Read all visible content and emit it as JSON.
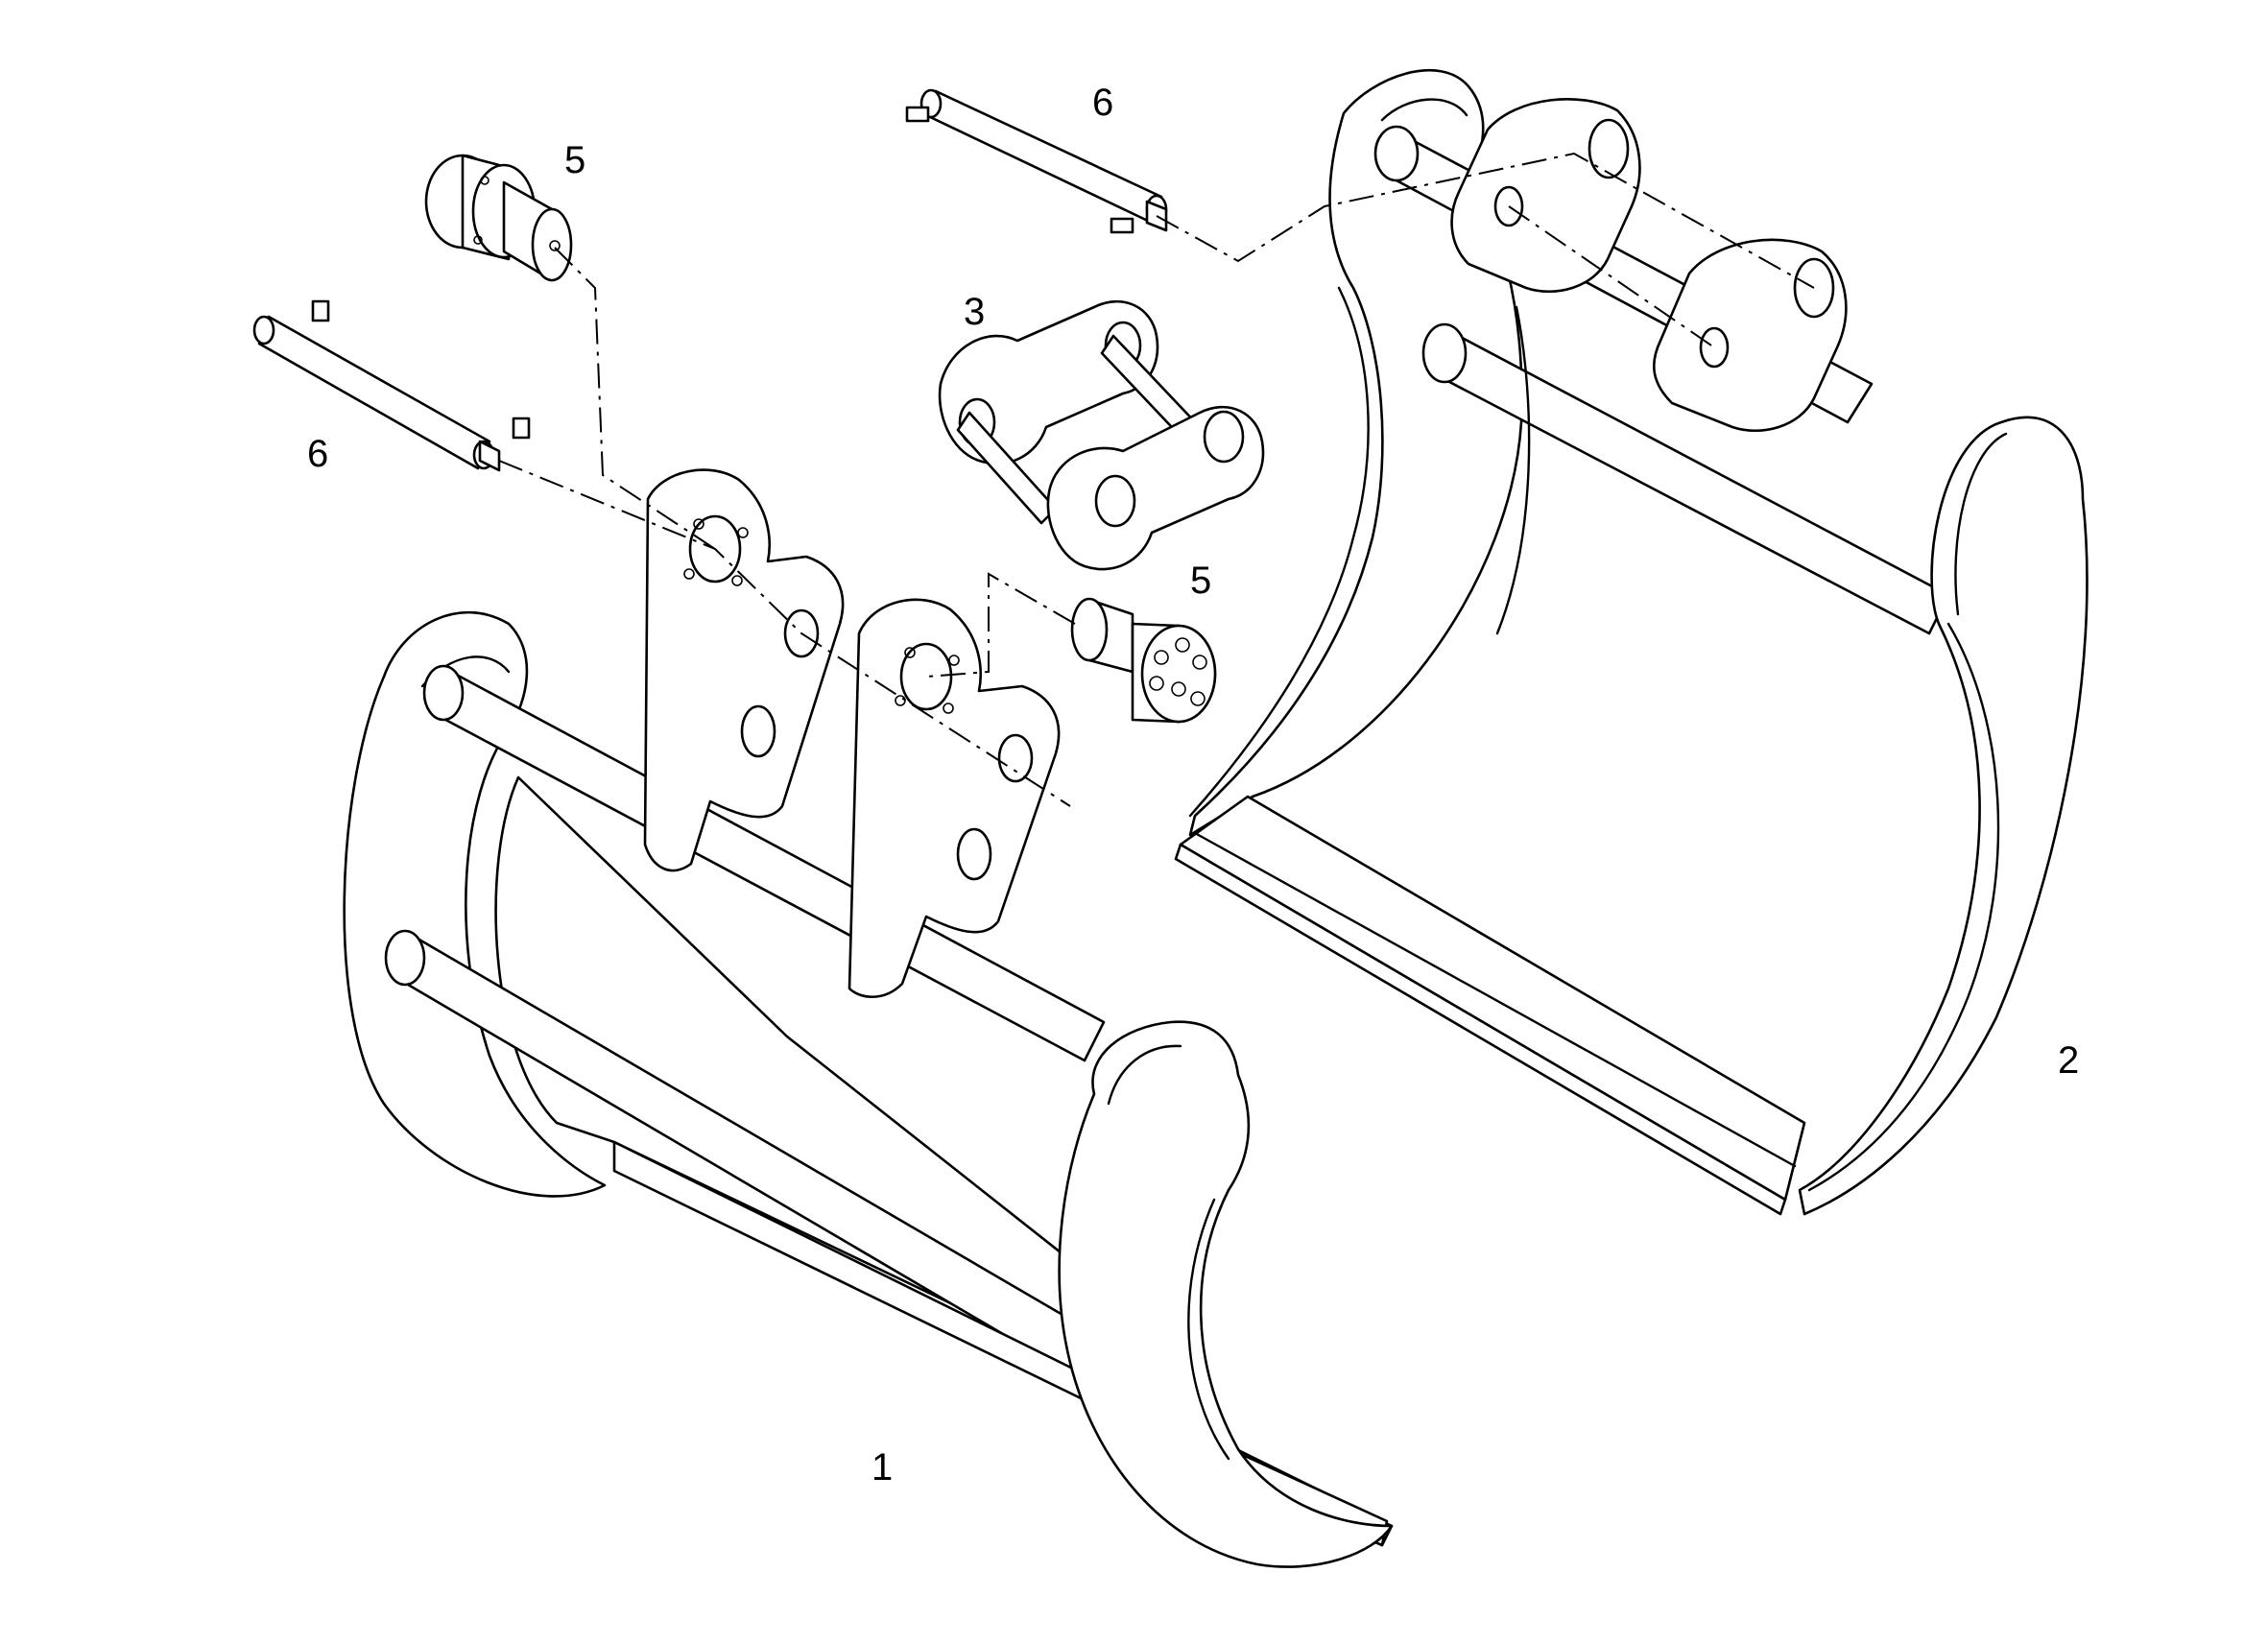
{
  "callouts": {
    "item_1": "1",
    "item_2": "2",
    "item_3": "3",
    "item_5_upper": "5",
    "item_5_lower": "5",
    "item_6_upper": "6",
    "item_6_left": "6"
  },
  "parts": {
    "bucket_1": "log-grapple-bucket-icon",
    "bucket_2": "digging-bucket-icon",
    "link_3": "connecting-link-icon",
    "bushing_5": "flanged-bushing-icon",
    "pin_6": "pivot-pin-icon"
  },
  "colors": {
    "line": "#000000",
    "background": "#ffffff"
  }
}
